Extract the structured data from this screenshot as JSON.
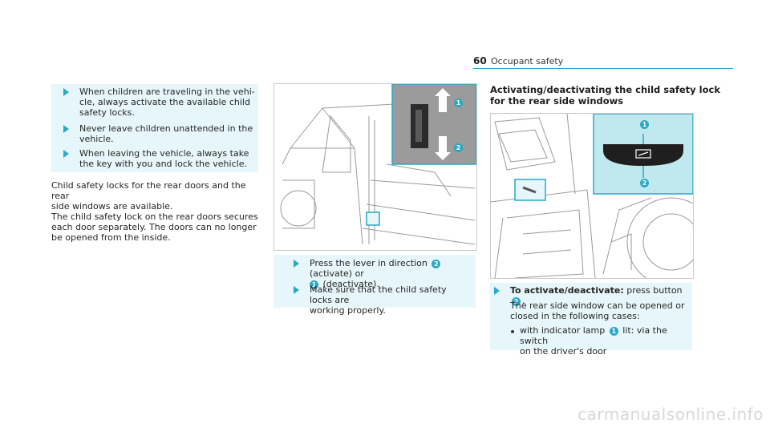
{
  "header": {
    "page_number": "60",
    "section": "Occupant safety"
  },
  "left_column": {
    "warnings": [
      "When children are traveling in the vehi-\ncle, always activate the available child\nsafety locks.",
      "Never leave children unattended in the\nvehicle.",
      "When leaving the vehicle, always take\nthe key with you and lock the vehicle."
    ],
    "paragraph": "Child safety locks for the rear doors and the rear\nside windows are available.\nThe child safety lock on the rear doors secures\neach door separately. The doors can no longer\nbe opened from the inside."
  },
  "middle_column": {
    "figure": {
      "callouts": [
        "1",
        "2"
      ]
    },
    "step1": {
      "before": "Press the lever in direction ",
      "num_a": "2",
      "mid": " (activate) or",
      "num_b": "1",
      "after": " (deactivate)."
    },
    "step2": "Make sure that the child safety locks are\nworking properly."
  },
  "right_column": {
    "title": "Activating/deactivating the child safety lock\nfor the rear side windows",
    "figure": {
      "callouts": [
        "1",
        "2"
      ]
    },
    "instruction": {
      "lead": "To activate/deactivate:",
      "rest": " press button ",
      "num": "2",
      "end": "."
    },
    "text": "The rear side window can be opened or\nclosed in the following cases:",
    "list_item": {
      "pre": "with indicator lamp ",
      "num": "1",
      "post": " lit: via the switch",
      "line2": "on the driver's door"
    }
  },
  "watermark": "carmanualsonline.info",
  "colors": {
    "accent": "#2aa8c8",
    "panel": "#e6f6fa",
    "highlight_panel": "#bfe9ef"
  }
}
